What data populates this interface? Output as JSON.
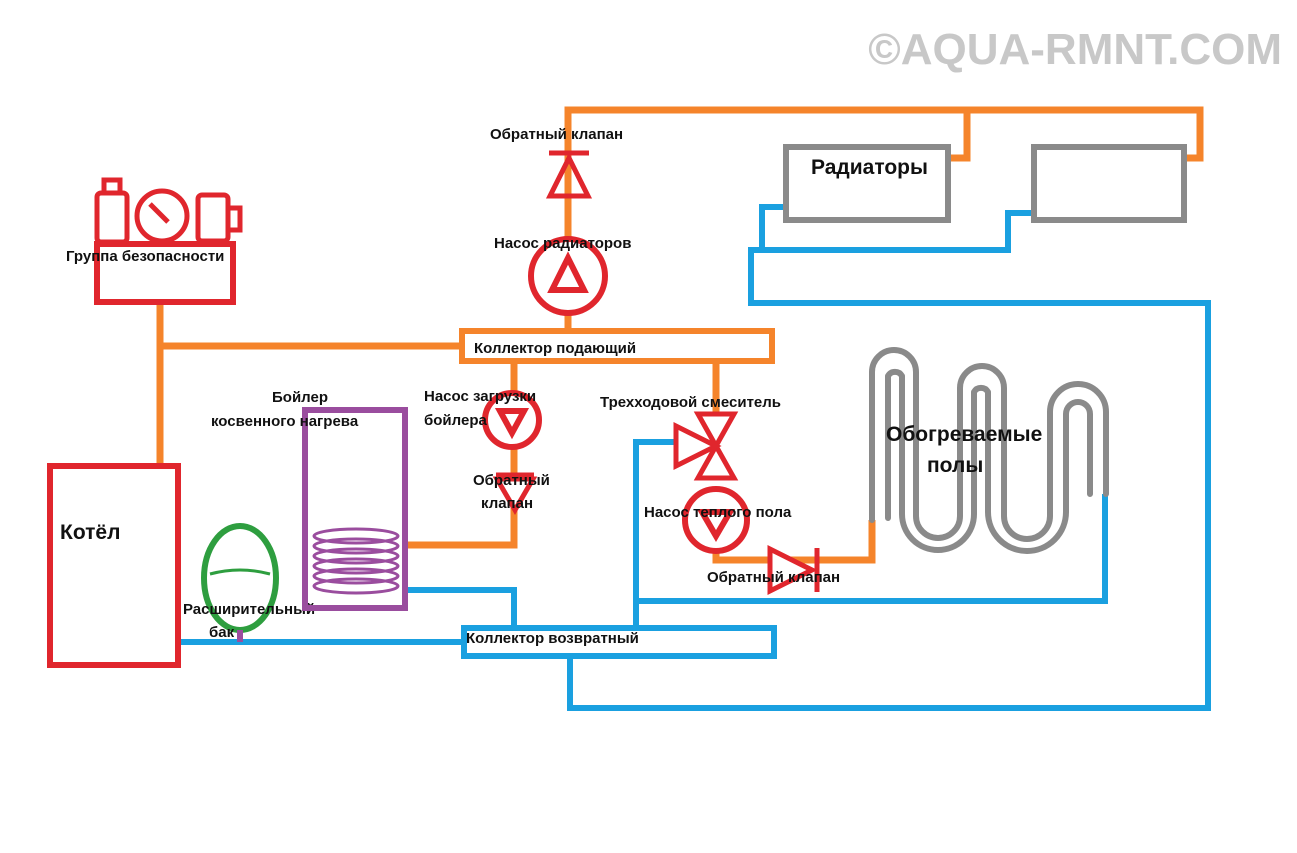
{
  "watermark": "©AQUA-RMNT.COM",
  "colors": {
    "supply": "#f5842b",
    "return": "#1aa0e0",
    "component_red": "#e0262d",
    "boiler_coil": "#9a4d9e",
    "expansion_tank": "#2e9e3f",
    "radiators_floor": "#8a8a8a"
  },
  "labels": {
    "check_valve_top": "Обратный клапан",
    "radiator_pump": "Насос радиаторов",
    "radiators": "Радиаторы",
    "safety_group": "Группа безопасности",
    "supply_manifold": "Коллектор подающий",
    "boiler_title_1": "Бойлер",
    "boiler_title_2": "косвенного нагрева",
    "boiler_pump_1": "Насос загрузки",
    "boiler_pump_2": "бойлера",
    "mixer": "Трехходовой смеситель",
    "heated_floors_1": "Обогреваемые",
    "heated_floors_2": "полы",
    "check_valve_mid_1": "Обратный",
    "check_valve_mid_2": "клапан",
    "floor_pump": "Насос теплого пола",
    "kettle": "Котёл",
    "check_valve_floor": "Обратный клапан",
    "expansion_tank_1": "Расширительный",
    "expansion_tank_2": "бак",
    "return_manifold": "Коллектор возвратный"
  },
  "icons": {
    "check_valve": "check-valve-icon",
    "pump": "pump-icon",
    "three_way_valve": "three-way-valve-icon",
    "manometer": "manometer-icon",
    "air_vent": "air-vent-icon",
    "relief_valve": "relief-valve-icon",
    "coil": "coil-icon"
  }
}
